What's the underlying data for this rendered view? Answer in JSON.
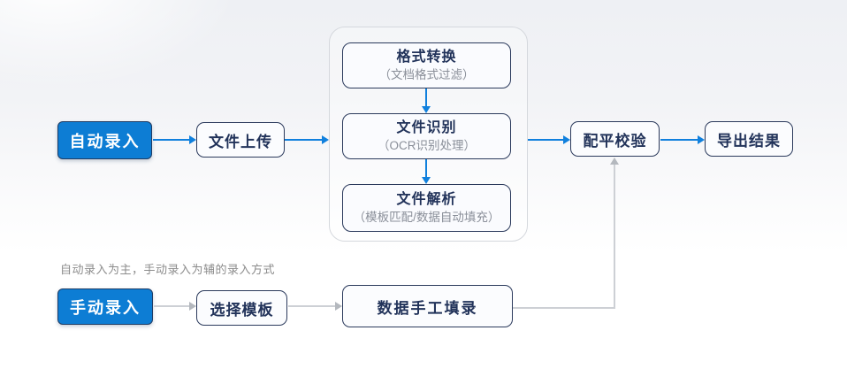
{
  "diagram": {
    "note": "自动录入为主，手动录入为辅的录入方式",
    "auto_flow": {
      "entry_label": "自动录入",
      "upload_label": "文件上传",
      "balance_check_label": "配平校验",
      "export_label": "导出结果",
      "process_group": [
        {
          "title": "格式转换",
          "subtitle": "（文档格式过滤）"
        },
        {
          "title": "文件识别",
          "subtitle": "（OCR识别处理）"
        },
        {
          "title": "文件解析",
          "subtitle": "（模板匹配/数据自动填充）"
        }
      ]
    },
    "manual_flow": {
      "entry_label": "手动录入",
      "select_template_label": "选择模板",
      "manual_fill_label": "数据手工填录"
    },
    "colors": {
      "primary_blue": "#0d7dd4",
      "arrow_blue": "#1080dd",
      "node_border_navy": "#2b3a5c",
      "node_text_navy": "#22335a",
      "subtitle_gray": "#8a8f99",
      "connector_gray": "#cdd0d5",
      "group_border_gray": "#d5d8dd"
    }
  }
}
